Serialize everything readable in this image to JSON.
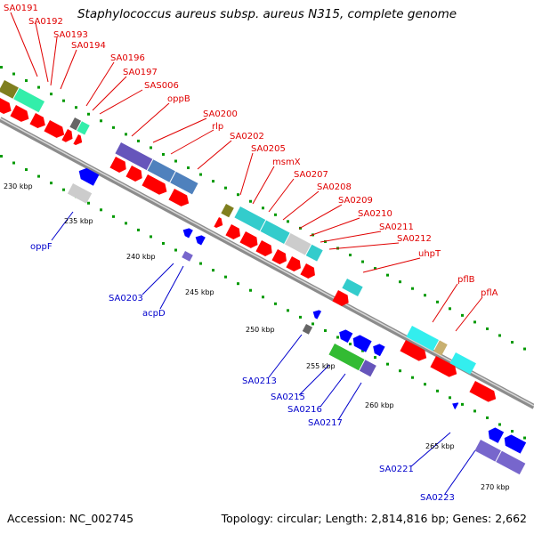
{
  "title": "Staphylococcus aureus subsp. aureus N315, complete genome",
  "footer": {
    "accession": "Accession: NC_002745",
    "topology": "Topology: circular; Length: 2,814,816 bp; Genes: 2,662"
  },
  "colors": {
    "forward_label": "#e00000",
    "reverse_label": "#0000cc",
    "forward_cds": "#ff0000",
    "reverse_cds": "#0000ff",
    "backbone": "#8c8c8c",
    "dots": "#009900",
    "cog_cyan": "#33cccc",
    "cog_steel": "#4f81bd",
    "cog_olive": "#7f7f1f",
    "cog_mint": "#33eeaa",
    "cog_gray": "#bbbbbb",
    "cog_purple": "#6655bb",
    "cog_tan": "#c8b070",
    "cog_green": "#33bb33"
  },
  "ticks": [
    "230 kbp",
    "235 kbp",
    "240 kbp",
    "245 kbp",
    "250 kbp",
    "255 kbp",
    "260 kbp",
    "265 kbp",
    "270 kbp"
  ],
  "forward_labels": [
    "SA0191",
    "SA0192",
    "SA0193",
    "SA0194",
    "SA0196",
    "SA0197",
    "SAS006",
    "oppB",
    "SA0200",
    "rlp",
    "SA0202",
    "SA0205",
    "msmX",
    "SA0207",
    "SA0208",
    "SA0209",
    "SA0210",
    "SA0211",
    "SA0212",
    "uhpT",
    "pflB",
    "pflA"
  ],
  "reverse_labels": [
    "oppF",
    "SA0203",
    "acpD",
    "SA0213",
    "SA0215",
    "SA0216",
    "SA0217",
    "SA0221",
    "SA0223"
  ]
}
